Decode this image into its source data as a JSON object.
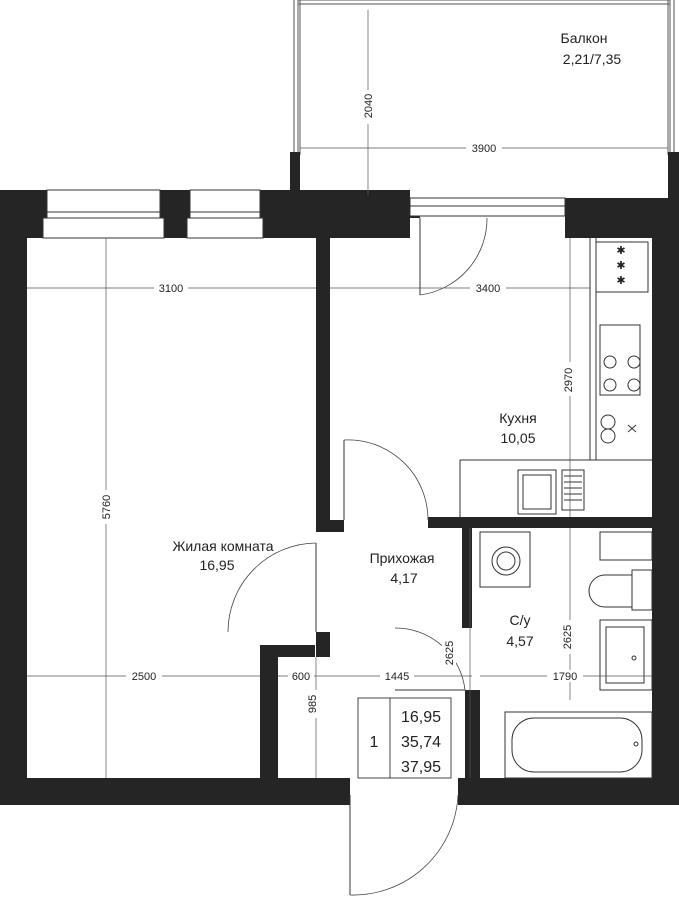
{
  "colors": {
    "wall": "#252525",
    "line": "#444444",
    "background": "#ffffff"
  },
  "rooms": [
    {
      "id": "balcony",
      "name": "Балкон",
      "area": "2,21/7,35"
    },
    {
      "id": "kitchen",
      "name": "Кухня",
      "area": "10,05"
    },
    {
      "id": "living",
      "name": "Жилая комната",
      "area": "16,95"
    },
    {
      "id": "hallway",
      "name": "Прихожая",
      "area": "4,17"
    },
    {
      "id": "bathroom",
      "name": "С/у",
      "area": "4,57"
    }
  ],
  "dimensions": {
    "balcony_depth": "2040",
    "balcony_width": "3900",
    "living_width": "3100",
    "kitchen_width": "3400",
    "living_length": "5760",
    "kitchen_depth": "2970",
    "living_lower_width": "2500",
    "niche_width": "600",
    "hallway_width": "1445",
    "bath_width": "1790",
    "niche_depth": "985",
    "hallway_depth": "2625",
    "bath_depth": "2625"
  },
  "summary": {
    "rooms_count": "1",
    "living_area": "16,95",
    "total_area": "35,74",
    "total_with_balcony": "37,95"
  },
  "icons": [
    "stove-icon",
    "sink-icon",
    "washing-machine-icon",
    "toilet-icon",
    "bathtub-icon",
    "door-icon",
    "window-icon"
  ]
}
